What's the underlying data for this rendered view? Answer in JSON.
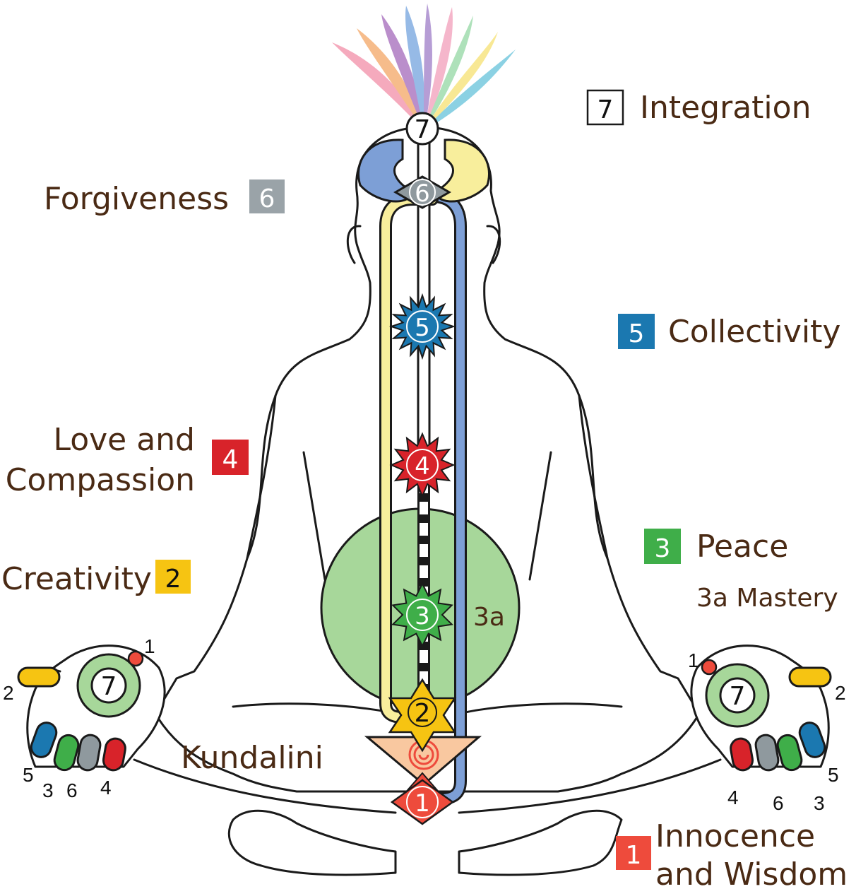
{
  "labels": {
    "integration": {
      "num": "7",
      "text": "Integration",
      "color": "#ffffff"
    },
    "forgiveness": {
      "num": "6",
      "text": "Forgiveness",
      "color": "#9aa3a8"
    },
    "collectivity": {
      "num": "5",
      "text": "Collectivity",
      "color": "#1b78b0"
    },
    "love": {
      "num": "4",
      "line1": "Love and",
      "line2": "Compassion",
      "color": "#d8232a"
    },
    "peace": {
      "num": "3",
      "text": "Peace",
      "sub": "3a Mastery",
      "color": "#3fae49"
    },
    "creativity": {
      "num": "2",
      "text": "Creativity",
      "color": "#f6c412"
    },
    "innocence": {
      "num": "1",
      "line1": "Innocence",
      "line2": "and Wisdom",
      "color": "#ee4b3c"
    },
    "kundalini": "Kundalini",
    "void": "3a"
  },
  "chakras": [
    {
      "num": "7",
      "color": "#ffffff"
    },
    {
      "num": "6",
      "color": "#8f999e"
    },
    {
      "num": "5",
      "color": "#1b78b0"
    },
    {
      "num": "4",
      "color": "#d8232a"
    },
    {
      "num": "3",
      "color": "#3fae49"
    },
    {
      "num": "2",
      "color": "#f6c412"
    },
    {
      "num": "1",
      "color": "#ee4b3c"
    }
  ],
  "hands": {
    "left": {
      "thumb": "1",
      "index": "2",
      "middle": "5",
      "ring": "3",
      "little1": "6",
      "little2": "4",
      "palm": "7"
    },
    "right": {
      "thumb": "1",
      "index": "2",
      "middle": "5",
      "ring": "3",
      "little1": "6",
      "little2": "4",
      "palm": "7"
    }
  },
  "colors": {
    "left_channel": "#f8ee9c",
    "right_channel": "#7d9fd6",
    "void": "#a7d79a",
    "kundalini_triangle": "#f9c8a0",
    "text": "#4a2a14"
  }
}
